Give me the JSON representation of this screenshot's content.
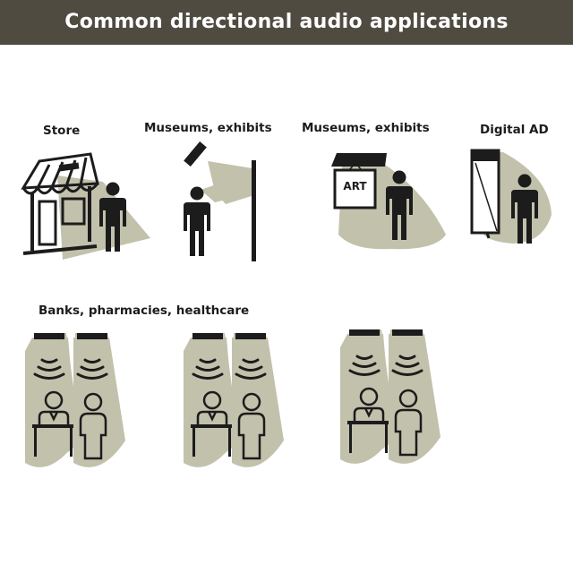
{
  "title": "Common directional audio applications",
  "captions": {
    "store": "Store",
    "museum_1": "Museums, exhibits",
    "museum_2": "Museums, exhibits",
    "digital_ad": "Digital AD",
    "banks": "Banks, pharmacies, healthcare"
  },
  "art_label": "ART",
  "colors": {
    "header_bg": "#4f4b41",
    "beam": "#c2c1ac",
    "ink": "#1c1c1c"
  }
}
